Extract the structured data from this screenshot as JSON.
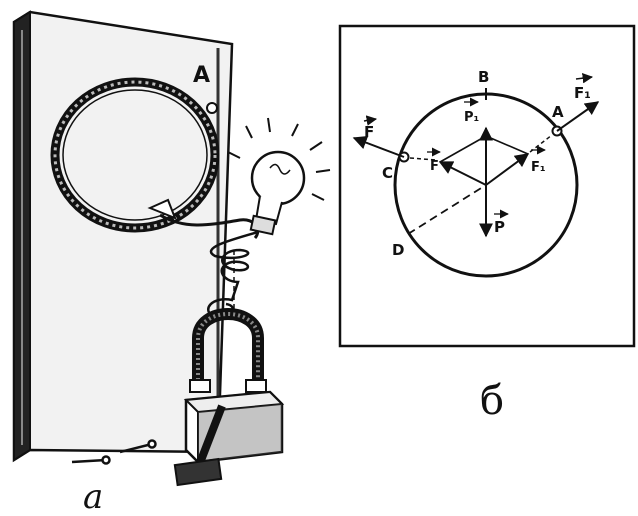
{
  "figure_a": {
    "caption": "a",
    "coil_label": "A"
  },
  "figure_b": {
    "caption": "б",
    "points": {
      "A": "A",
      "B": "B",
      "C": "C",
      "D": "D"
    },
    "vectors": {
      "F": "F",
      "F_inner": "F",
      "F1": "F₁",
      "F1_inner": "F₁",
      "P": "P",
      "P1": "P₁"
    }
  },
  "colors": {
    "ink": "#111111",
    "paper": "#ffffff",
    "shade": "#555555"
  }
}
